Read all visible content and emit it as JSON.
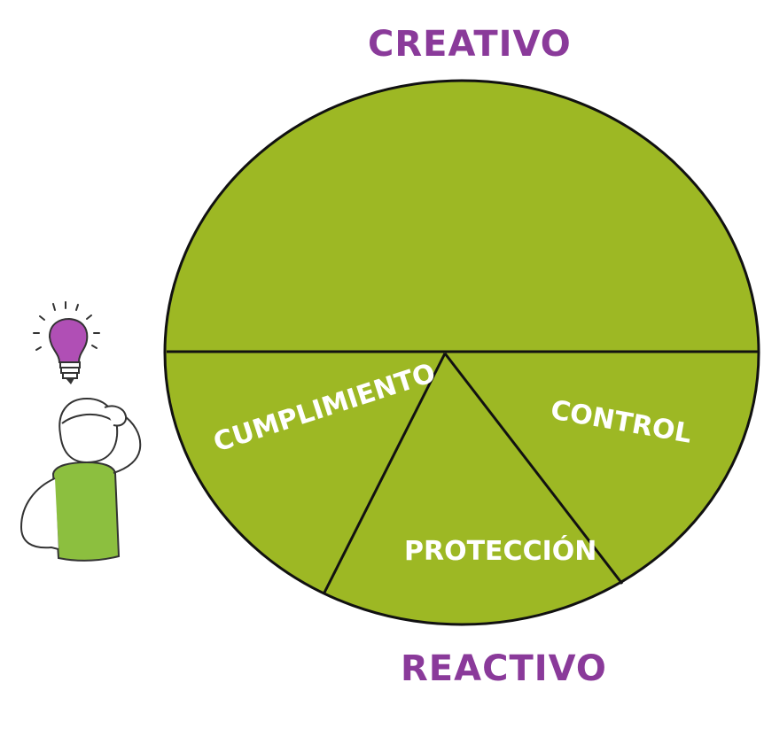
{
  "diagram": {
    "top_label": "CREATIVO",
    "bottom_label": "REACTIVO",
    "segments": {
      "top": "",
      "left": "CUMPLIMIENTO",
      "right": "CONTROL",
      "bottom": "PROTECCIÓN"
    }
  },
  "colors": {
    "accent_purple": "#8a3a9a",
    "circle_green": "#9db824",
    "figure_shirt": "#8cbf3f",
    "bulb_purple": "#b04fb5",
    "outline": "#111111"
  },
  "icons": {
    "person": "thinking-person-icon",
    "bulb": "lightbulb-icon"
  }
}
